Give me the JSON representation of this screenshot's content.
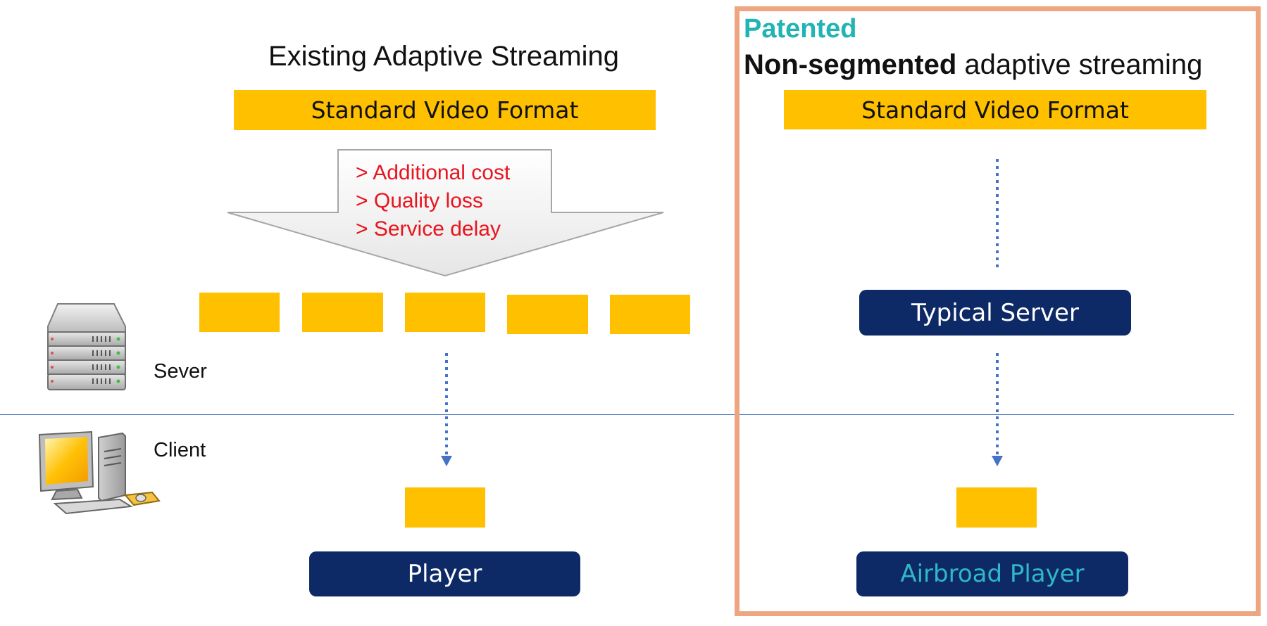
{
  "left": {
    "title": "Existing Adaptive Streaming",
    "standard_format": "Standard Video Format",
    "issues": [
      "> Additional cost",
      "> Quality loss",
      "> Service delay"
    ],
    "player": "Player"
  },
  "right": {
    "badge": "Patented",
    "title_bold": "Non-segmented",
    "title_rest": " adaptive streaming",
    "standard_format": "Standard Video Format",
    "server": "Typical Server",
    "player": "Airbroad Player"
  },
  "labels": {
    "server": "Sever",
    "client": "Client"
  },
  "colors": {
    "segment": "#FFC000",
    "dark_button": "#0E2A66",
    "issue_text": "#E8141E",
    "patented": "#22B3B3",
    "frame": "#EDA67F",
    "arrow": "#4472C4",
    "divider": "#4472C4"
  },
  "icons": {
    "server": "server-rack-icon",
    "client": "desktop-computer-icon"
  }
}
